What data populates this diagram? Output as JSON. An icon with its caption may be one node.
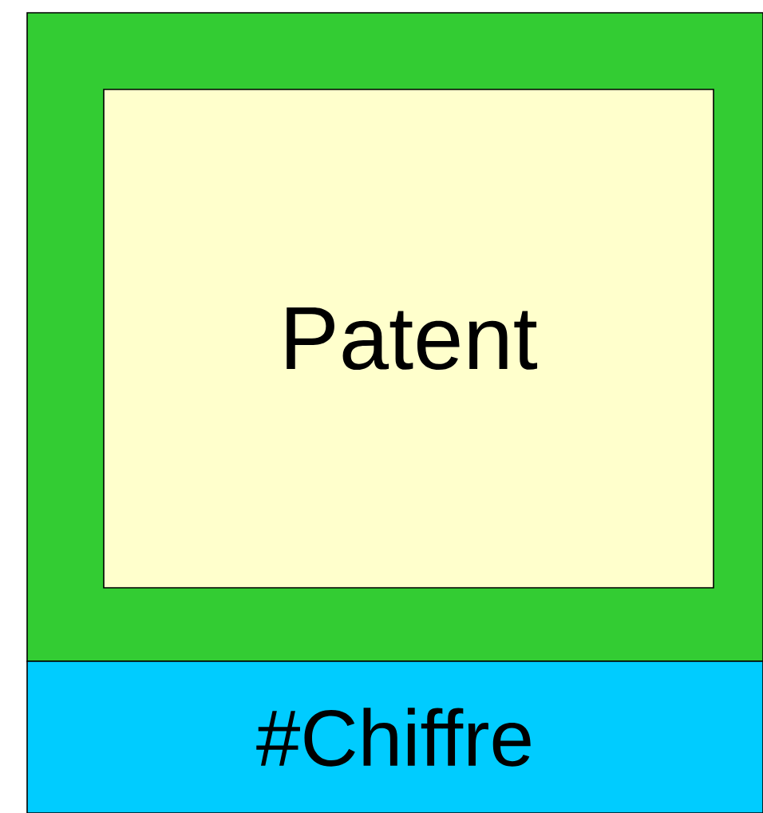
{
  "diagram": {
    "nodes": [
      {
        "text": [],
        "shape": "box"
      },
      {
        "text": [
          "Patent"
        ],
        "in": 0
      },
      {
        "text": [
          "#Chiffre"
        ]
      }
    ]
  }
}
